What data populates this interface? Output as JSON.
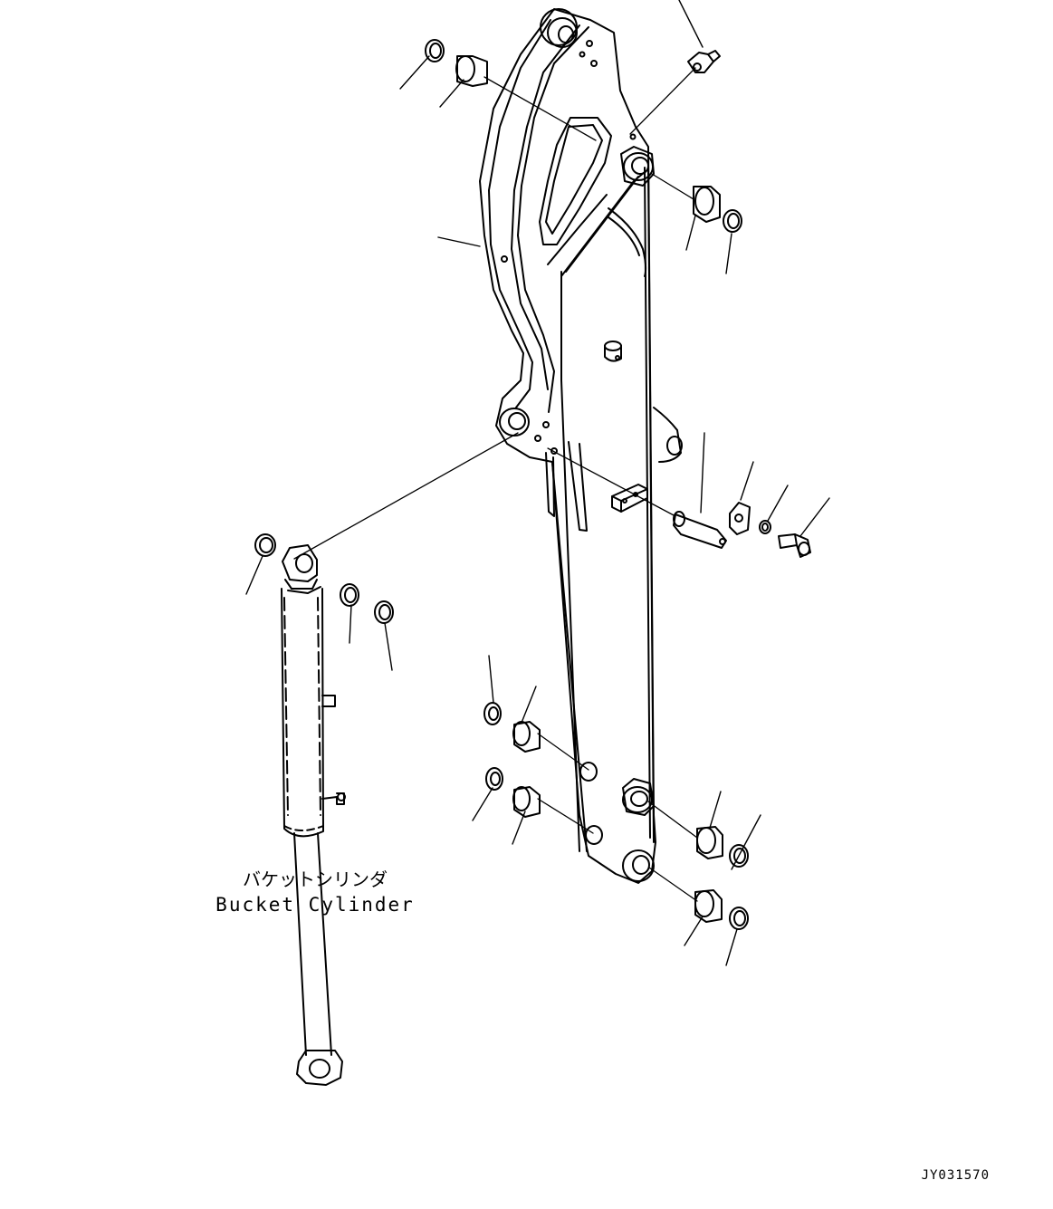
{
  "labels": {
    "bucket_cylinder_jp": "バケットシリンダ",
    "bucket_cylinder_en": "Bucket Cylinder",
    "drawing_code": "JY031570"
  },
  "colors": {
    "line": "#000000",
    "background": "#ffffff"
  }
}
